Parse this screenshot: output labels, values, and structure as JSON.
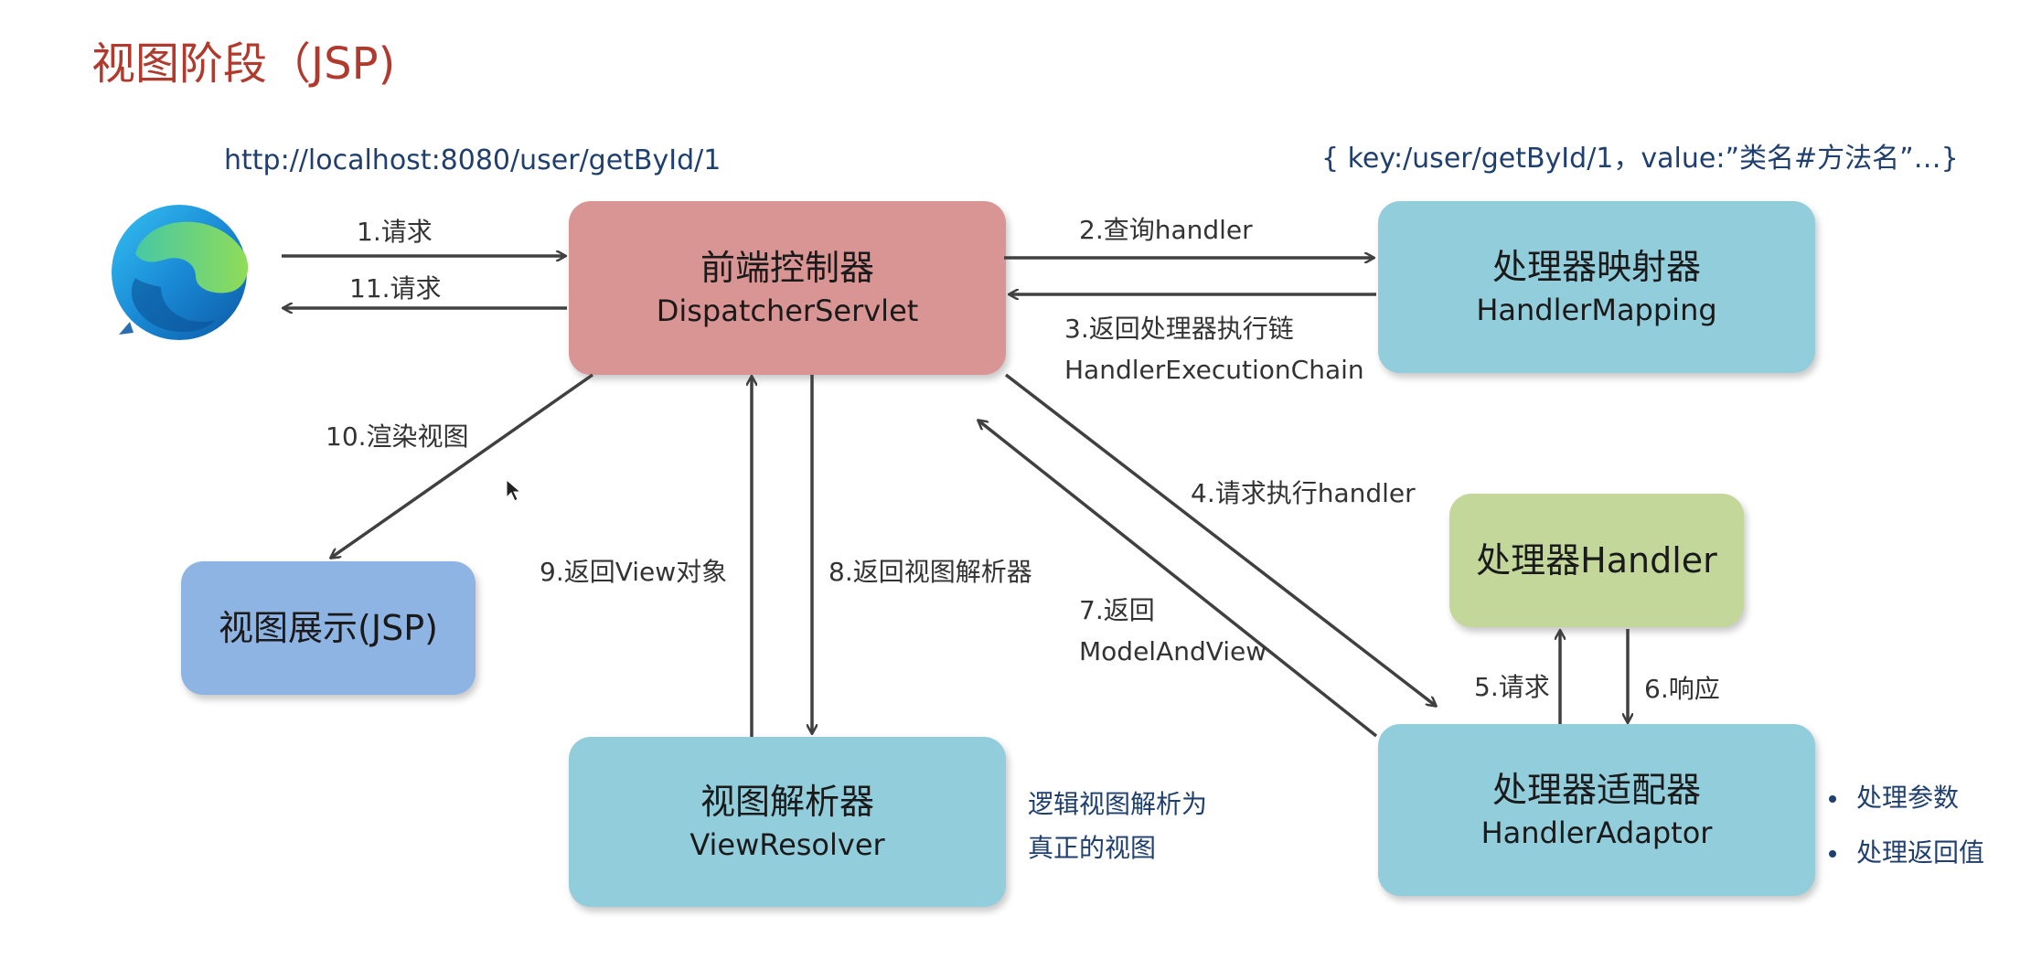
{
  "title": "视图阶段（JSP)",
  "url": "http://localhost:8080/user/getById/1",
  "mapping_note": "{ key:/user/getById/1，value:”类名#方法名”…}",
  "browser": {
    "icon": "edge-browser-icon"
  },
  "boxes": {
    "dispatcher": {
      "cn": "前端控制器",
      "en": "DispatcherServlet"
    },
    "mapping": {
      "cn": "处理器映射器",
      "en": "HandlerMapping"
    },
    "handler": {
      "cn": "处理器Handler"
    },
    "adaptor": {
      "cn": "处理器适配器",
      "en": "HandlerAdaptor"
    },
    "resolver": {
      "cn": "视图解析器",
      "en": "ViewResolver"
    },
    "view": {
      "cn": "视图展示(JSP)"
    }
  },
  "labels": {
    "s1": "1.请求",
    "s11": "11.请求",
    "s2": "2.查询handler",
    "s3a": "3.返回处理器执行链",
    "s3b": "HandlerExecutionChain",
    "s4": "4.请求执行handler",
    "s5": "5.请求",
    "s6": "6.响应",
    "s7a": "7.返回",
    "s7b": "ModelAndView",
    "s8": "8.返回视图解析器",
    "s9": "9.返回View对象",
    "s10": "10.渲染视图"
  },
  "resolver_note": [
    "逻辑视图解析为",
    "真正的视图"
  ],
  "adaptor_bullets": [
    "处理参数",
    "处理返回值"
  ],
  "colors": {
    "title": "#b03a2e",
    "dispatcher": "#d99594",
    "teal": "#92cddc",
    "handler": "#c4d79b",
    "view": "#8eb4e3",
    "arrow": "#404040",
    "note": "#1f3f6e"
  }
}
